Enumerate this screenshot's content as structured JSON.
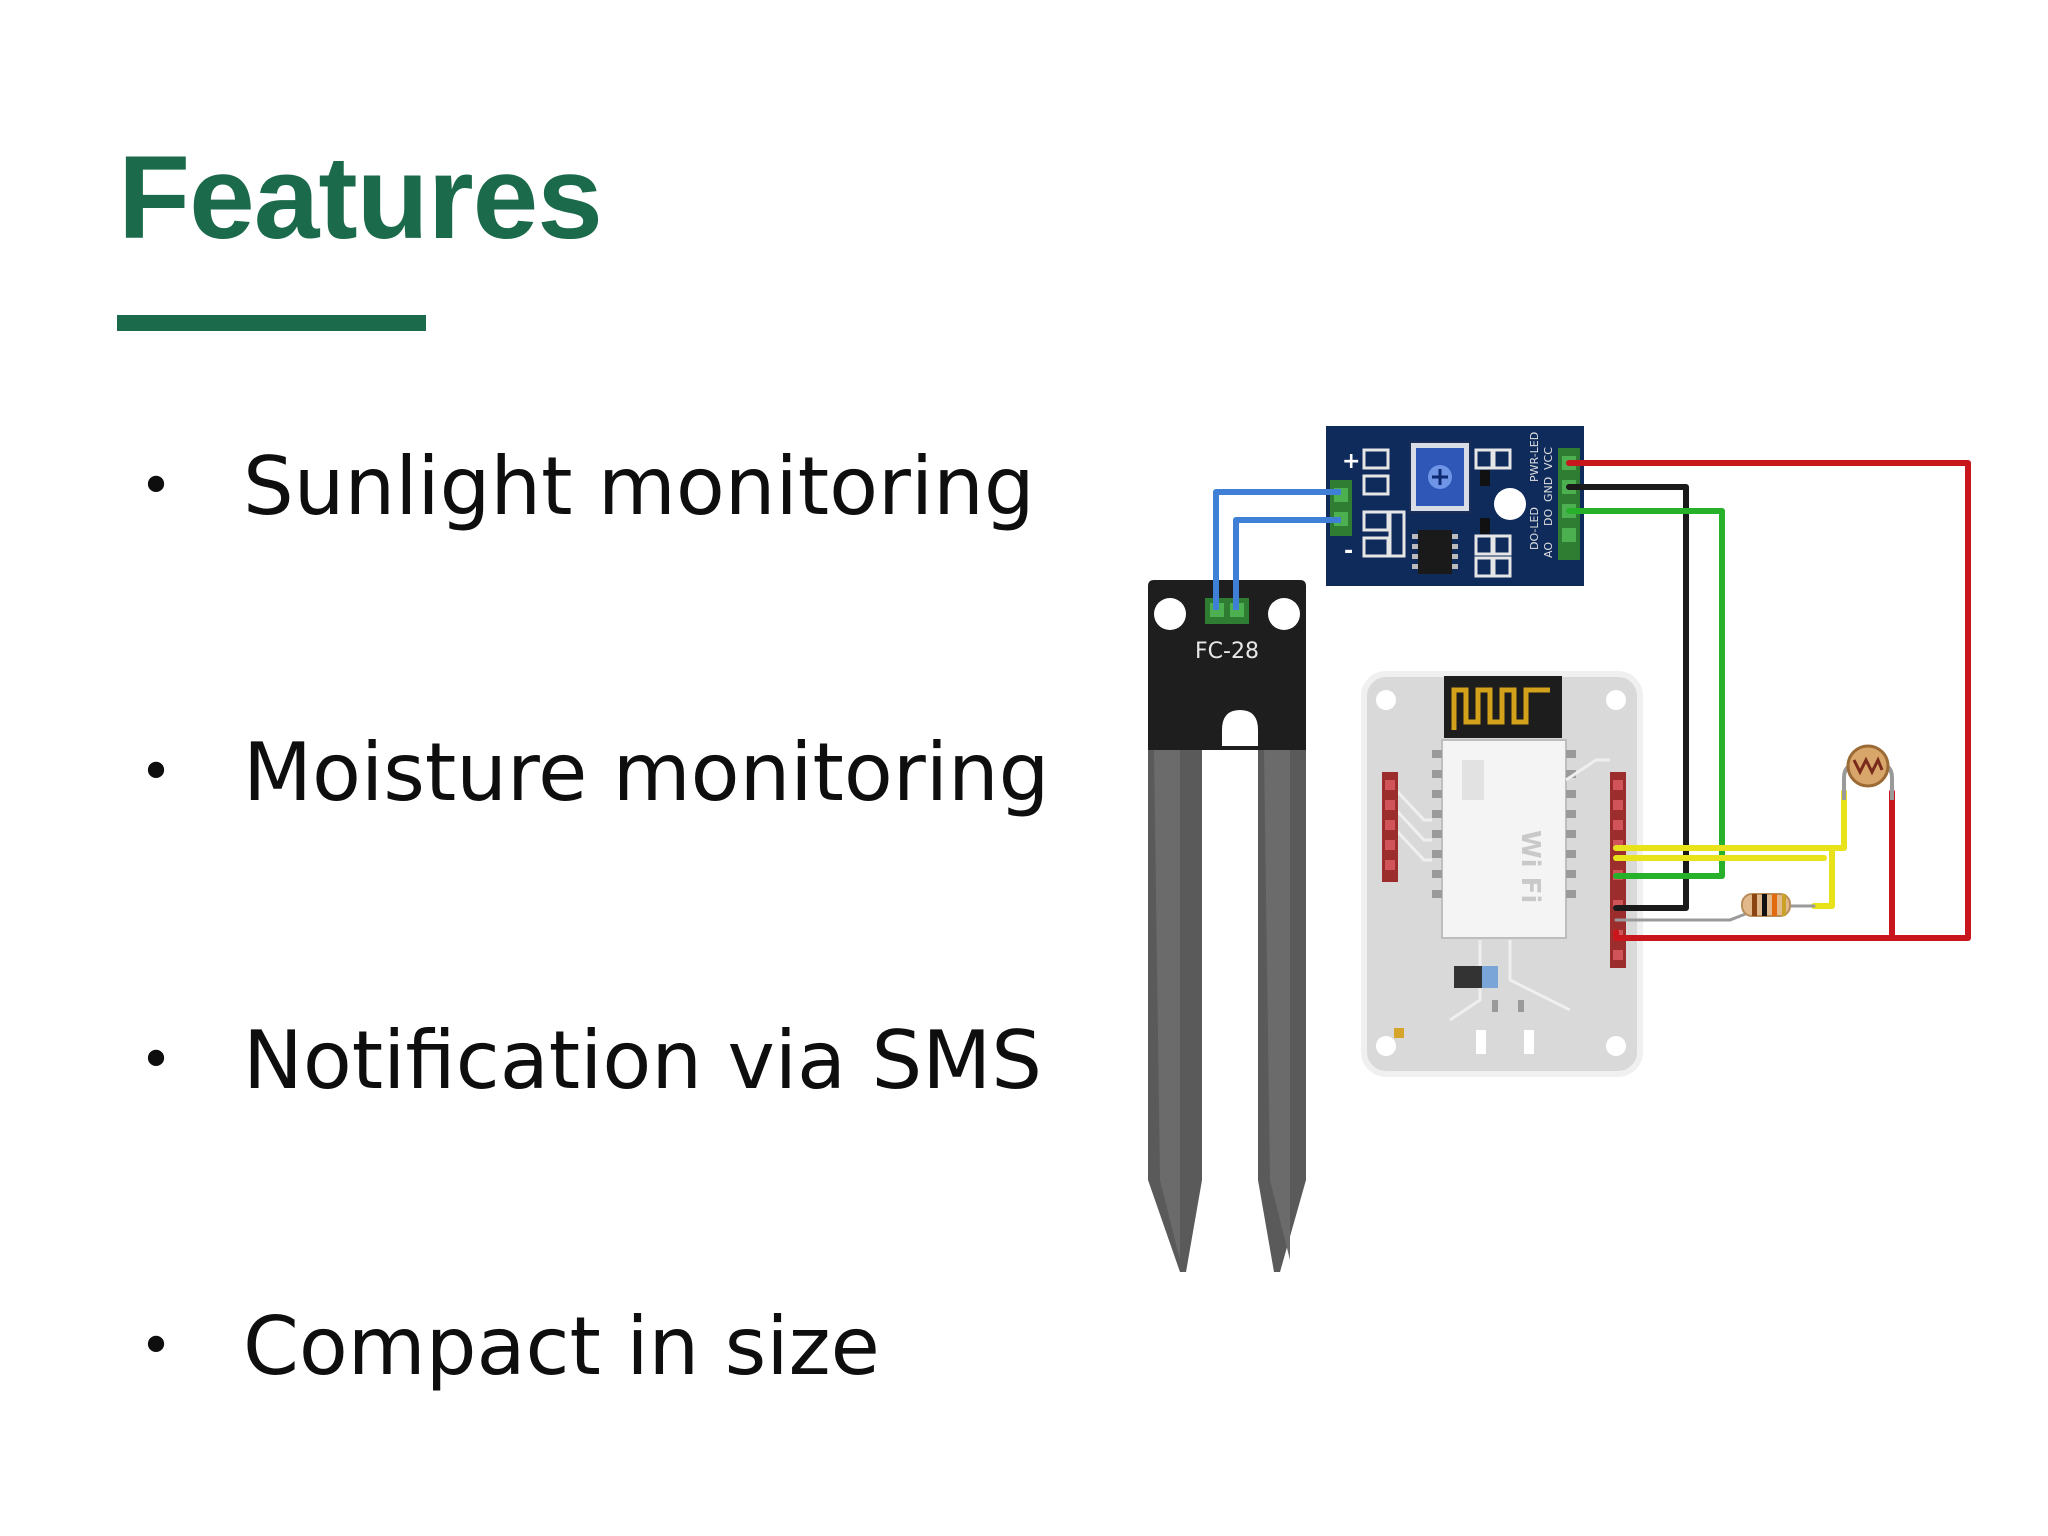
{
  "slide": {
    "title": "Features",
    "accent_color": "#1b6a4b",
    "bullets": [
      "Sunlight monitoring",
      "Moisture monitoring",
      "Notification via SMS",
      "Compact in size"
    ],
    "bullet_glyph": "•"
  },
  "diagram": {
    "probe_label": "FC-28",
    "module_labels": {
      "pwr_led": "PWR-LED",
      "do_led": "DO-LED",
      "vcc": "VCC",
      "gnd": "GND",
      "do": "DO",
      "ao": "AO",
      "plus": "+",
      "minus": "-"
    },
    "wifi_module_text": "Wi Fi",
    "wire_colors": {
      "red": "#c8161d",
      "black": "#1a1a1a",
      "green": "#27b02a",
      "yellow": "#e8e21a",
      "blue": "#3f7fd6"
    }
  }
}
